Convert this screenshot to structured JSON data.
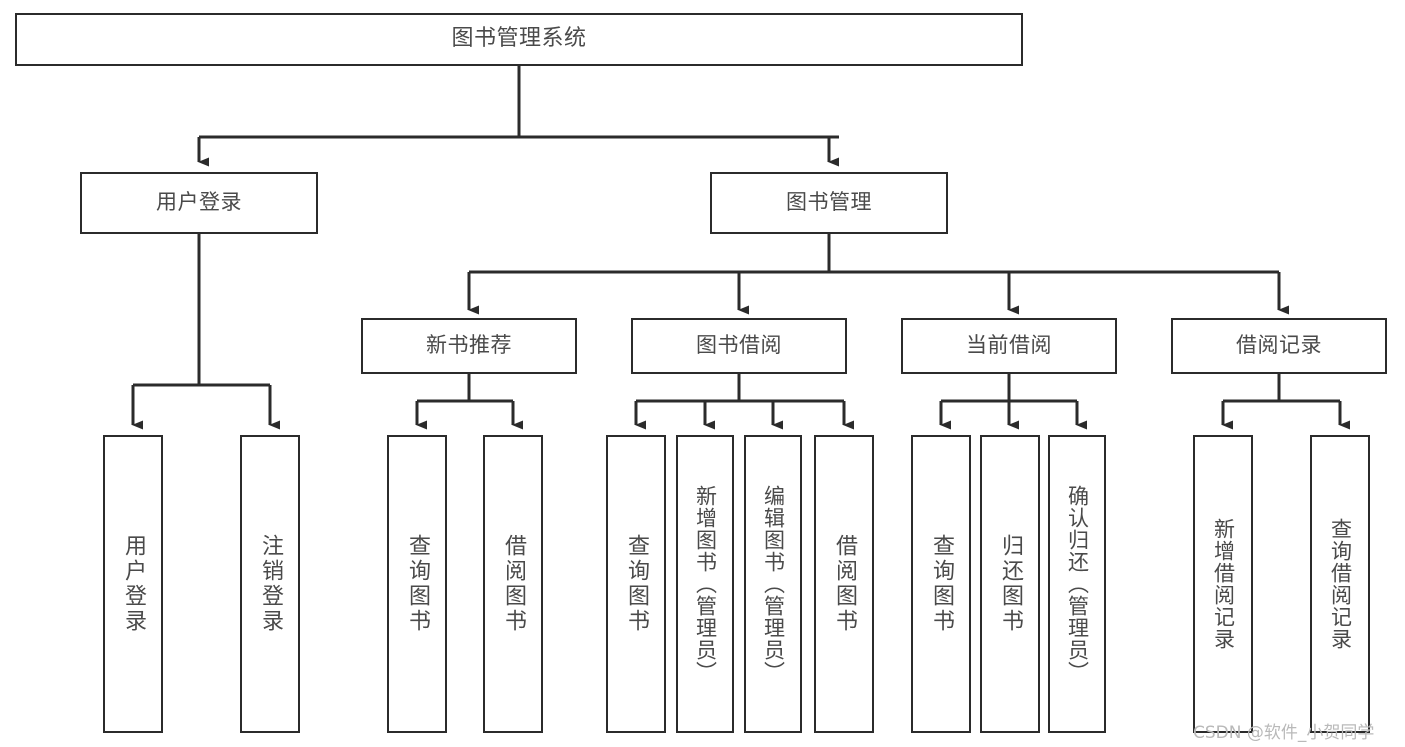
{
  "diagram": {
    "title": "图书管理系统",
    "type": "tree",
    "colors": {
      "background": "#ffffff",
      "box_border": "#2b2b2b",
      "box_fill": "#ffffff",
      "text": "#4a4a4a",
      "connector": "#2b2b2b",
      "watermark": "#b9b9b9"
    },
    "watermark": "CSDN @软件_小贺同学",
    "levels": {
      "root": {
        "label": "图书管理系统"
      },
      "level2": [
        {
          "label": "用户登录"
        },
        {
          "label": "图书管理"
        }
      ],
      "level3": [
        {
          "label": "新书推荐"
        },
        {
          "label": "图书借阅"
        },
        {
          "label": "当前借阅"
        },
        {
          "label": "借阅记录"
        }
      ],
      "leaves": [
        {
          "label": "用户登录",
          "parent": "用户登录"
        },
        {
          "label": "注销登录",
          "parent": "用户登录"
        },
        {
          "label": "查询图书",
          "parent": "新书推荐"
        },
        {
          "label": "借阅图书",
          "parent": "新书推荐"
        },
        {
          "label": "查询图书",
          "parent": "图书借阅"
        },
        {
          "label": "新增图书（管理员）",
          "parent": "图书借阅"
        },
        {
          "label": "编辑图书（管理员）",
          "parent": "图书借阅"
        },
        {
          "label": "借阅图书",
          "parent": "图书借阅"
        },
        {
          "label": "查询图书",
          "parent": "当前借阅"
        },
        {
          "label": "归还图书",
          "parent": "当前借阅"
        },
        {
          "label": "确认归还（管理员）",
          "parent": "当前借阅"
        },
        {
          "label": "新增借阅记录",
          "parent": "借阅记录"
        },
        {
          "label": "查询借阅记录",
          "parent": "借阅记录"
        }
      ]
    }
  }
}
